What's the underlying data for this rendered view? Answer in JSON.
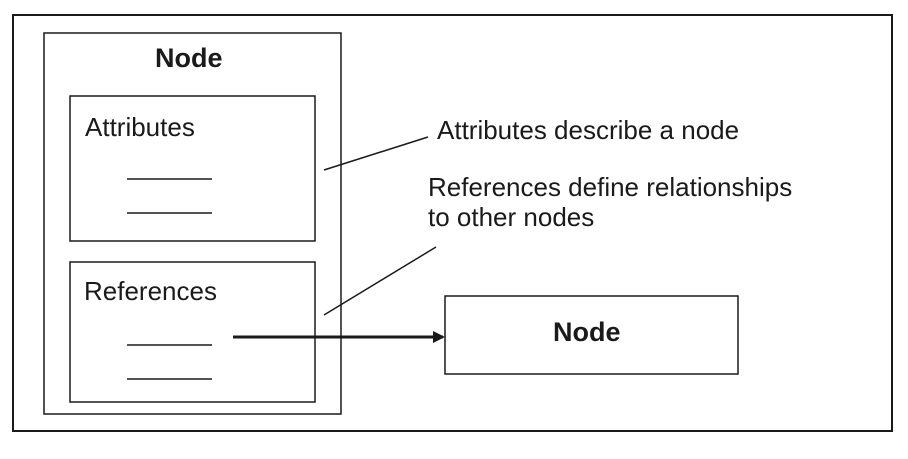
{
  "diagram": {
    "node_title": "Node",
    "attributes_title": "Attributes",
    "references_title": "References",
    "target_node_title": "Node",
    "annotations": {
      "attributes": "Attributes describe a node",
      "references_line1": "References define relationships",
      "references_line2": "to other nodes"
    },
    "colors": {
      "stroke": "#1a1a1a",
      "background": "#ffffff"
    }
  }
}
